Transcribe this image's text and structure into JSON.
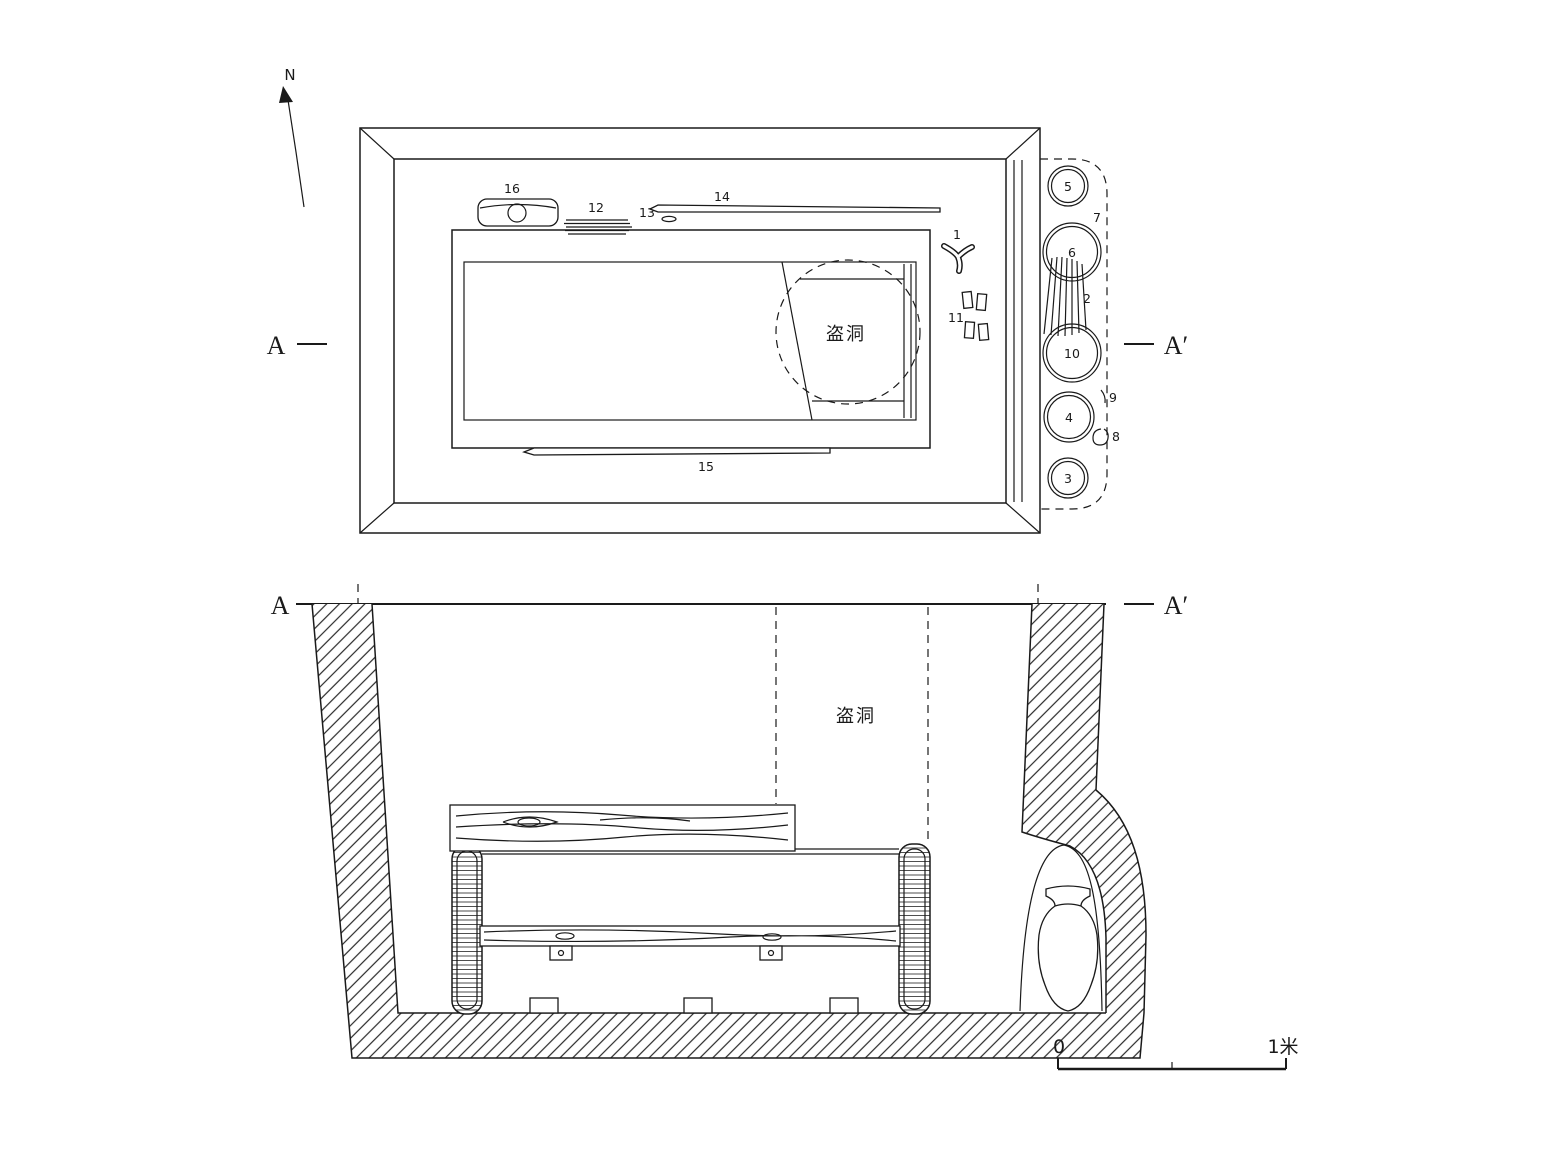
{
  "figure": {
    "background": "#ffffff",
    "line_color": "#1a1a1a",
    "description": "Archaeological tomb excavation drawing: plan view with robber hole and pottery niche, and section view A-A' with wooden coffin, vessel niche and scale bar"
  },
  "compass": {
    "north": "N"
  },
  "plan": {
    "marker_left": "A",
    "marker_right": "A′",
    "robber_hole": "盗洞",
    "artifacts": {
      "n1": "1",
      "n11": "11",
      "n12": "12",
      "n13": "13",
      "n14": "14",
      "n15": "15",
      "n16": "16"
    },
    "niche": {
      "n2": "2",
      "n3": "3",
      "n4": "4",
      "n5": "5",
      "n6": "6",
      "n7": "7",
      "n8": "8",
      "n9": "9",
      "n10": "10"
    }
  },
  "section": {
    "marker_left": "A",
    "marker_right": "A′",
    "robber_hole": "盗洞"
  },
  "scale_bar": {
    "zero": "0",
    "max": "1米"
  }
}
